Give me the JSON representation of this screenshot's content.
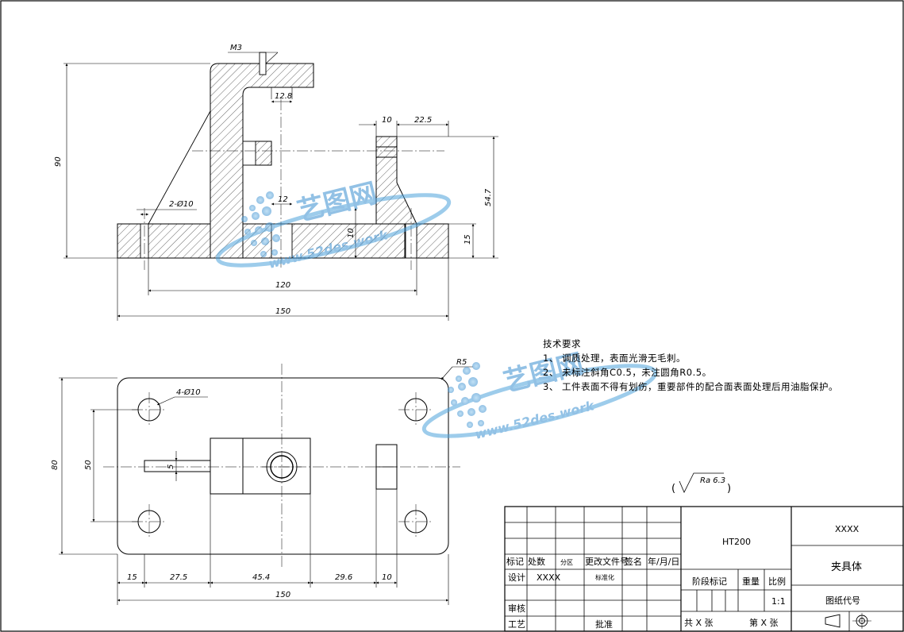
{
  "front_view": {
    "dims": {
      "m3": "M3",
      "d12_8": "12.8",
      "d10": "10",
      "d22_5": "22.5",
      "d90": "90",
      "d54_7": "54.7",
      "hole": "2-Ø10",
      "d12": "12",
      "d10v": "10",
      "d15": "15",
      "d120": "120",
      "d150": "150"
    }
  },
  "top_view": {
    "dims": {
      "r5": "R5",
      "holes": "4-Ø10",
      "d80": "80",
      "d50": "50",
      "d5": "5",
      "d15": "15",
      "d27_5": "27.5",
      "d45_4": "45.4",
      "d29_6": "29.6",
      "d10": "10",
      "d150": "150"
    }
  },
  "tech_notes": {
    "title": "技术要求",
    "items": [
      "1、 调质处理，表面光滑无毛刺。",
      "2、 未标注斜角C0.5，未注圆角R0.5。",
      "3、 工件表面不得有划伤，重要部件的配合面表面处理后用油脂保护。"
    ]
  },
  "roughness": {
    "symbol": "Ra 6.3"
  },
  "title_block": {
    "material": "HT200",
    "drawing_no": "XXXX",
    "part_name": "夹具体",
    "code_label": "图纸代号",
    "row_mark": [
      "标记",
      "处数",
      "分区",
      "更改文件号",
      "签名",
      "年/月/日"
    ],
    "design": "设计",
    "designer": "XXXX",
    "standard": "标准化",
    "review": "审核",
    "process": "工艺",
    "approve": "批准",
    "stage": "阶段标记",
    "weight": "重量",
    "scale_label": "比例",
    "scale": "1:1",
    "sheets": "共  X  张",
    "sheet_no": "第  X  张"
  },
  "watermark": {
    "brand": "艺图网",
    "url": "www.52des.work"
  }
}
